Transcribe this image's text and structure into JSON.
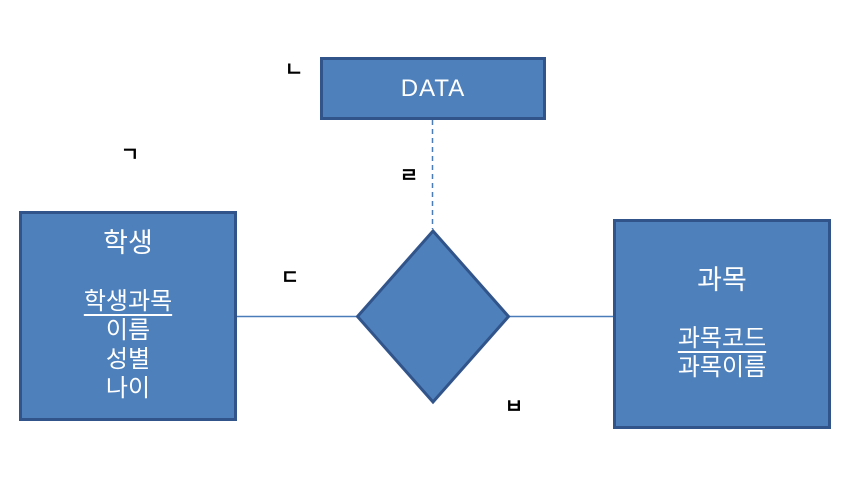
{
  "diagram": {
    "data_box": {
      "label": "DATA"
    },
    "student_entity": {
      "title": "학생",
      "attributes": [
        "학생과목",
        "이름",
        "성별",
        "나이"
      ],
      "underlined_attribute": "학생과목"
    },
    "subject_entity": {
      "title": "과목",
      "attributes": [
        "과목코드",
        "과목이름"
      ],
      "underlined_attribute": "과목코드"
    },
    "floating_labels": [
      {
        "id": "giyeok",
        "text": "ㄱ"
      },
      {
        "id": "nieun",
        "text": "ㄴ"
      },
      {
        "id": "digeut",
        "text": "ㄷ"
      },
      {
        "id": "rieul",
        "text": "ㄹ"
      },
      {
        "id": "bieup",
        "text": "ㅂ"
      }
    ],
    "colors": {
      "shape_fill": "#4E80BC",
      "shape_border": "#31548A",
      "connector_line": "#4A7CBA",
      "shape_text": "#FFFFFF",
      "label_text": "#000000",
      "background": "#FFFFFF"
    }
  }
}
